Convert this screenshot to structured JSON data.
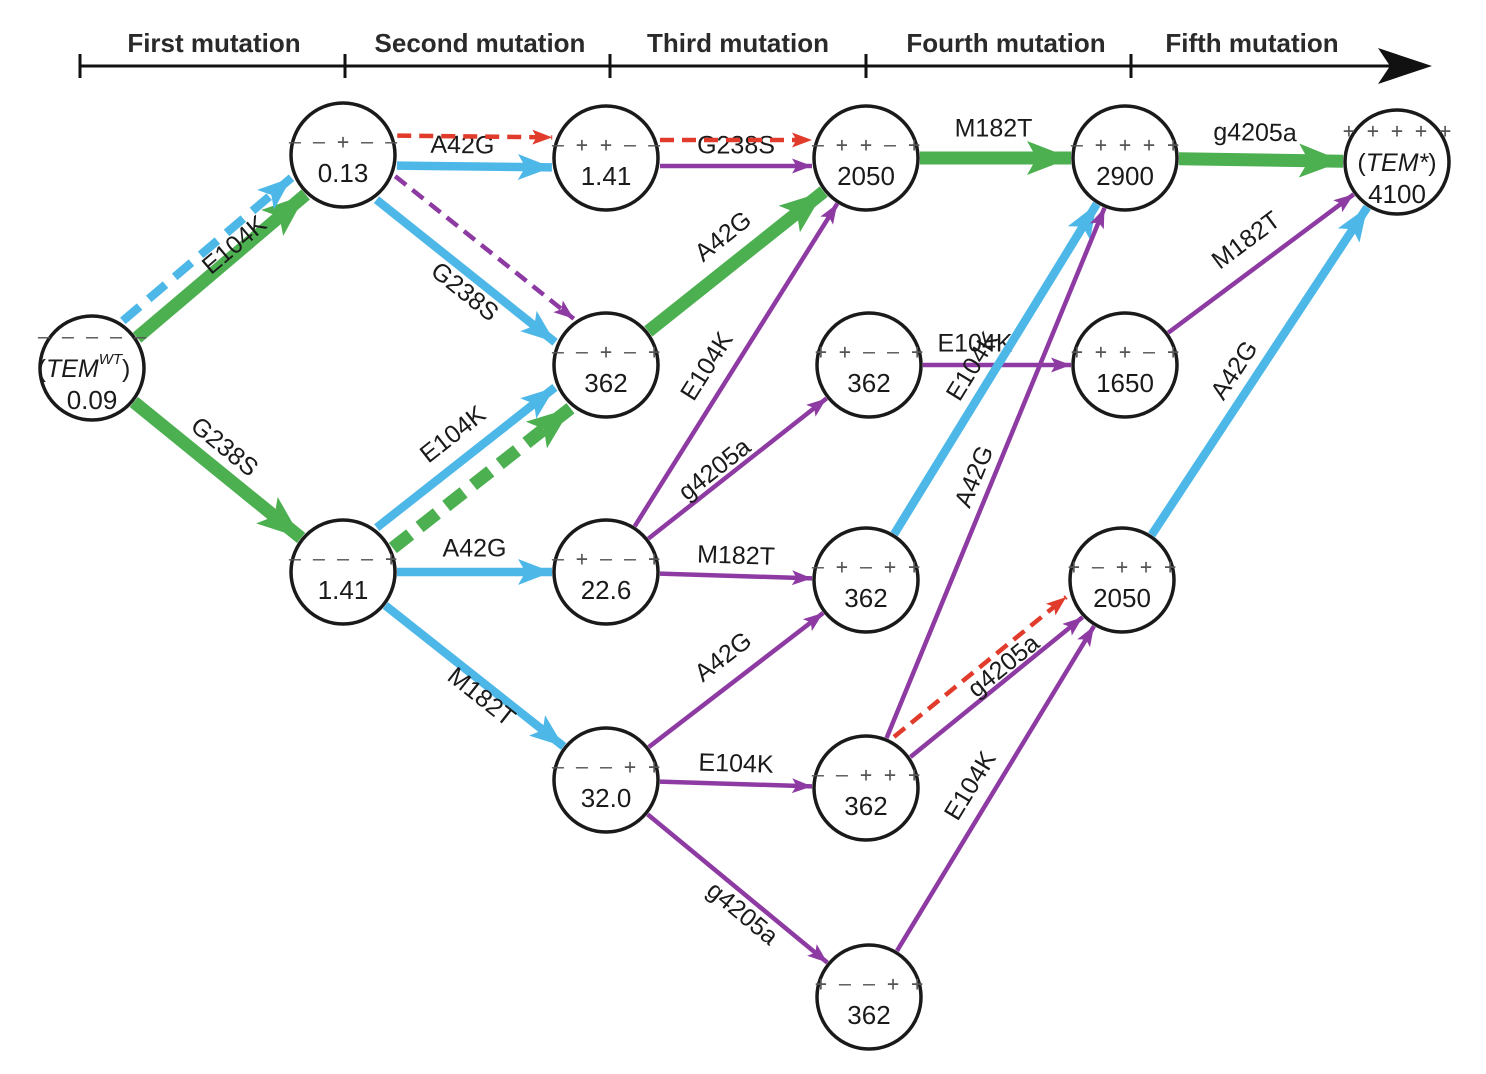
{
  "stages": [
    "First mutation",
    "Second mutation",
    "Third mutation",
    "Fourth mutation",
    "Fifth mutation"
  ],
  "colors": {
    "green": "#4caf50",
    "blue": "#4db8e8",
    "purple": "#8e3aa3",
    "red": "#e03b2b"
  },
  "nodes": [
    {
      "id": "wt",
      "signs": "– – – – –",
      "name": "TEM",
      "sup": "WT",
      "value": "0.09"
    },
    {
      "id": "n1",
      "signs": "– – + – –",
      "value": "0.13"
    },
    {
      "id": "n2",
      "signs": "– – – – +",
      "value": "1.41"
    },
    {
      "id": "n3",
      "signs": "– + + – –",
      "value": "1.41"
    },
    {
      "id": "n4",
      "signs": "– – + – +",
      "value": "362"
    },
    {
      "id": "n5",
      "signs": "– + – – +",
      "value": "22.6"
    },
    {
      "id": "n6",
      "signs": "– – – + +",
      "value": "32.0"
    },
    {
      "id": "n7",
      "signs": "– + + – +",
      "value": "2050"
    },
    {
      "id": "n8",
      "signs": "+ + – – +",
      "value": "362"
    },
    {
      "id": "n9",
      "signs": "– + – + +",
      "value": "362"
    },
    {
      "id": "n10",
      "signs": "– – + + +",
      "value": "362"
    },
    {
      "id": "n11",
      "signs": "+ – – + +",
      "value": "362"
    },
    {
      "id": "n12",
      "signs": "– + + + +",
      "value": "2900"
    },
    {
      "id": "n13",
      "signs": "+ + + – +",
      "value": "1650"
    },
    {
      "id": "n14",
      "signs": "+ – + + +",
      "value": "2050"
    },
    {
      "id": "star",
      "signs": "+ + + + +",
      "name": "TEM*",
      "value": "4100"
    }
  ],
  "edges": [
    {
      "from": "wt",
      "to": "n1",
      "label": "E104K",
      "color": "green",
      "weight": "heavy",
      "dashed": false
    },
    {
      "from": "wt",
      "to": "n1",
      "label": "",
      "color": "blue",
      "weight": "medium",
      "dashed": true
    },
    {
      "from": "wt",
      "to": "n2",
      "label": "G238S",
      "color": "green",
      "weight": "heavy",
      "dashed": false
    },
    {
      "from": "n1",
      "to": "n3",
      "label": "A42G",
      "color": "blue",
      "weight": "medium",
      "dashed": false
    },
    {
      "from": "n1",
      "to": "n3",
      "label": "",
      "color": "red",
      "weight": "thin",
      "dashed": true
    },
    {
      "from": "n1",
      "to": "n4",
      "label": "G238S",
      "color": "blue",
      "weight": "medium",
      "dashed": false
    },
    {
      "from": "n1",
      "to": "n4",
      "label": "",
      "color": "purple",
      "weight": "thin",
      "dashed": true
    },
    {
      "from": "n2",
      "to": "n4",
      "label": "E104K",
      "color": "blue",
      "weight": "medium",
      "dashed": false
    },
    {
      "from": "n2",
      "to": "n4",
      "label": "",
      "color": "green",
      "weight": "heavy",
      "dashed": true
    },
    {
      "from": "n2",
      "to": "n5",
      "label": "A42G",
      "color": "blue",
      "weight": "medium",
      "dashed": false
    },
    {
      "from": "n2",
      "to": "n6",
      "label": "M182T",
      "color": "blue",
      "weight": "medium",
      "dashed": false
    },
    {
      "from": "n3",
      "to": "n7",
      "label": "G238S",
      "color": "purple",
      "weight": "thin",
      "dashed": false
    },
    {
      "from": "n3",
      "to": "n7",
      "label": "",
      "color": "red",
      "weight": "thin",
      "dashed": true
    },
    {
      "from": "n4",
      "to": "n7",
      "label": "A42G",
      "color": "green",
      "weight": "heavy",
      "dashed": false
    },
    {
      "from": "n5",
      "to": "n7",
      "label": "E104K",
      "color": "purple",
      "weight": "thin",
      "dashed": false
    },
    {
      "from": "n5",
      "to": "n8",
      "label": "g4205a",
      "color": "purple",
      "weight": "thin",
      "dashed": false
    },
    {
      "from": "n5",
      "to": "n9",
      "label": "M182T",
      "color": "purple",
      "weight": "thin",
      "dashed": false
    },
    {
      "from": "n6",
      "to": "n9",
      "label": "A42G",
      "color": "purple",
      "weight": "thin",
      "dashed": false
    },
    {
      "from": "n6",
      "to": "n10",
      "label": "E104K",
      "color": "purple",
      "weight": "thin",
      "dashed": false
    },
    {
      "from": "n6",
      "to": "n11",
      "label": "g4205a",
      "color": "purple",
      "weight": "thin",
      "dashed": false
    },
    {
      "from": "n7",
      "to": "n12",
      "label": "M182T",
      "color": "green",
      "weight": "heavy",
      "dashed": false
    },
    {
      "from": "n8",
      "to": "n13",
      "label": "E104K",
      "color": "purple",
      "weight": "thin",
      "dashed": false
    },
    {
      "from": "n9",
      "to": "n12",
      "label": "E104K",
      "color": "blue",
      "weight": "medium",
      "dashed": false
    },
    {
      "from": "n10",
      "to": "n12",
      "label": "A42G",
      "color": "purple",
      "weight": "thin",
      "dashed": false
    },
    {
      "from": "n10",
      "to": "n14",
      "label": "g4205a",
      "color": "purple",
      "weight": "thin",
      "dashed": false
    },
    {
      "from": "n10",
      "to": "n14",
      "label": "",
      "color": "red",
      "weight": "thin",
      "dashed": true
    },
    {
      "from": "n11",
      "to": "n14",
      "label": "E104K",
      "color": "purple",
      "weight": "thin",
      "dashed": false
    },
    {
      "from": "n12",
      "to": "star",
      "label": "g4205a",
      "color": "green",
      "weight": "heavy",
      "dashed": false
    },
    {
      "from": "n13",
      "to": "star",
      "label": "M182T",
      "color": "purple",
      "weight": "thin",
      "dashed": false
    },
    {
      "from": "n14",
      "to": "star",
      "label": "A42G",
      "color": "blue",
      "weight": "medium",
      "dashed": false
    }
  ]
}
